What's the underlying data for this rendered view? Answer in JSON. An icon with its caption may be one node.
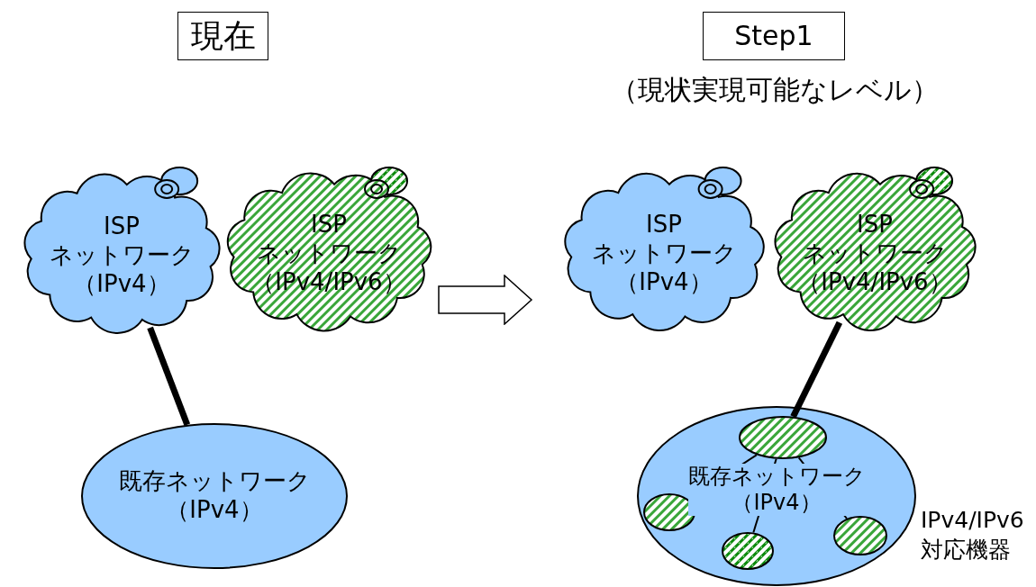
{
  "diagram": {
    "nodes": [
      {
        "text": [
          "現在"
        ]
      },
      {
        "text": [
          "Step1"
        ],
        "beside": [
          "（現状実現可能なレベル）"
        ]
      },
      {
        "text": [
          "ISPネットワーク（IPv4）"
        ]
      },
      {
        "text": [
          "ISPネットワーク（IPv4/IPv6）"
        ]
      },
      {
        "text": [
          "既存ネットワーク（IPv4）"
        ]
      },
      {
        "text": [
          "ISPネットワーク（IPv4）"
        ]
      },
      {
        "text": [
          "ISPネットワーク（IPv4/IPv6）"
        ]
      },
      {
        "text": [
          "既存ネットワーク（IPv4）"
        ]
      },
      {
        "text": [],
        "shape": "circle",
        "in": 7
      },
      {
        "text": [],
        "shape": "circle",
        "in": 7
      },
      {
        "text": [],
        "shape": "circle",
        "in": 7
      },
      {
        "text": [],
        "shape": "circle",
        "in": 7,
        "beside": [
          "IPv4/IPv6対応機器"
        ]
      }
    ],
    "edges": [
      {
        "from": 2,
        "to": 4,
        "arrow": "none",
        "style": "thick"
      },
      {
        "from": 6,
        "to": 8,
        "arrow": "none",
        "style": "thick"
      },
      {
        "from": 8,
        "to": 9,
        "arrow": "none"
      },
      {
        "from": 8,
        "to": 10,
        "arrow": "none"
      },
      {
        "from": 8,
        "to": 11,
        "arrow": "none"
      }
    ]
  }
}
